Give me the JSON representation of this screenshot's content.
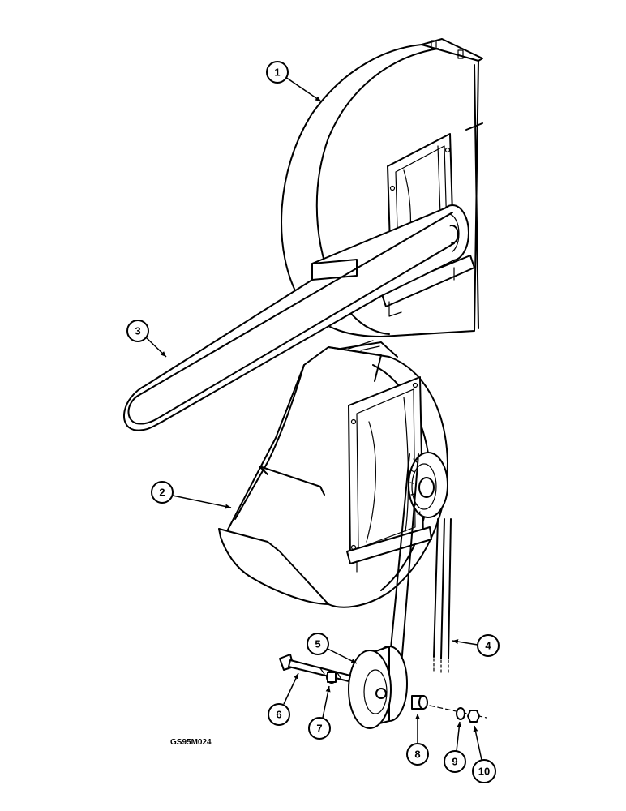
{
  "figure": {
    "code": "GS95M024",
    "callouts": [
      {
        "label": "1"
      },
      {
        "label": "2"
      },
      {
        "label": "3"
      },
      {
        "label": "4"
      },
      {
        "label": "5"
      },
      {
        "label": "6"
      },
      {
        "label": "7"
      },
      {
        "label": "8"
      },
      {
        "label": "9"
      },
      {
        "label": "10"
      }
    ]
  }
}
